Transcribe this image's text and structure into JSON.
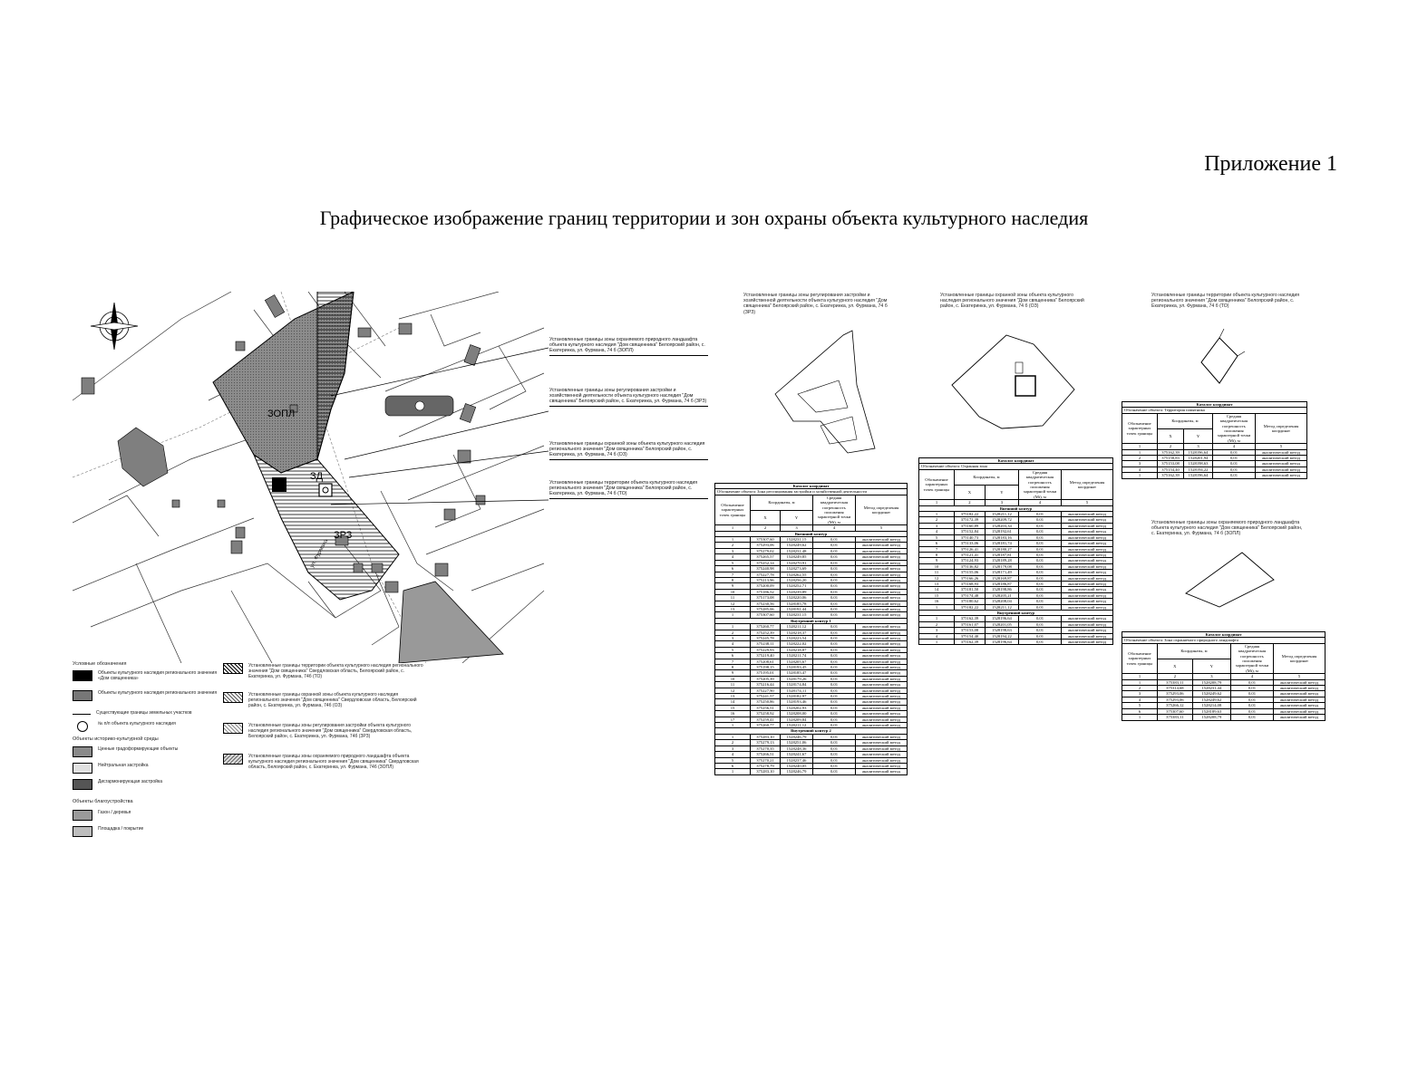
{
  "header": {
    "appendix": "Приложение 1",
    "title": "Графическое изображение границ территории и зон охраны объекта культурного наследия"
  },
  "map": {
    "zone_zopl": "ЗОПЛ",
    "zone_zrz": "ЗРЗ",
    "zone_zd": "ЗД",
    "street_furmana": "ул. Фурмана",
    "callouts": [
      "Установленные границы зоны охраняемого природного ландшафта объекта культурного наследия \"Дом священника\" Белоярский район, с. Екатеринка, ул. Фурмана, 74 б (ЗОПЛ)",
      "Установленные границы зоны регулирования застройки и хозяйственной деятельности объекта культурного наследия \"Дом священника\" Белоярский район, с. Екатеринка, ул. Фурмана, 74 б (ЗРЗ)",
      "Установленные границы охранной зоны объекта культурного наследия регионального значения \"Дом священника\" Белоярский район, с. Екатеринка, ул. Фурмана, 74 б (ОЗ)",
      "Установленные границы территории объекта культурного наследия регионального значения \"Дом священника\" Белоярский район, с. Екатеринка, ул. Фурмана, 74 б (ТО)"
    ]
  },
  "legend": {
    "heading": "Условные обозначения",
    "items": [
      "Объекты культурного наследия регионального значения «Дом священника»",
      "Объекты культурного наследия регионального значения",
      "Существующие границы земельных участков",
      "№ п/п объекта культурного наследия"
    ],
    "section_historic": "Объекты историко-культурной среды",
    "historic_items": [
      "Ценные градоформирующие объекты",
      "Нейтральная застройка",
      "Дисгармонирующая застройка"
    ],
    "section_improvement": "Объекты благоустройства",
    "improvement_items": [
      "Газон / деревья",
      "Площадка / покрытие"
    ],
    "zones": [
      "Установленные границы территории объекта культурного наследия регионального значения \"Дом священника\" Свердловская область, Белоярский район, с. Екатеринка, ул. Фурмана, 74б (ТО)",
      "Установленные границы охранной зоны объекта культурного наследия регионального значения \"Дом священника\" Свердловская область, Белоярский район, с. Екатеринка, ул. Фурмана, 74б (ОЗ)",
      "Установленные границы зоны регулирования застройки объекта культурного наследия регионального значения \"Дом священника\" Свердловская область, Белоярский район, с. Екатеринка, ул. Фурмана, 74б (ЗРЗ)",
      "Установленные границы зоны охраняемого природного ландшафта объекта культурного наследия регионального значения \"Дом священника\" Свердловская область, Белоярский район, с. Екатеринка, ул. Фурмана, 74б (ЗОПЛ)"
    ]
  },
  "panels": {
    "zrz": {
      "title": "Установленные границы зоны регулирования застройки и хозяйственной деятельности объекта культурного наследия \"Дом священника\" Белоярский район, с. Екатеринка, ул. Фурмана, 74 б (ЗРЗ)",
      "table_title": "Каталог координат",
      "table_subtitle": "Обозначение объекта: Зона регулирования застройки и хозяйственной деятельности",
      "headers": [
        "Обозначение характерных точек границы",
        "Координаты, м",
        "Средняя квадратическая погрешность положения характерной точки (Mt), м",
        "Метод определения координат"
      ],
      "sub_headers": [
        "X",
        "Y"
      ],
      "col_numbers": [
        "1",
        "2",
        "3",
        "4",
        "5"
      ],
      "sections": [
        {
          "name": "Внешний контур",
          "rows": [
            [
              "1",
              "375307,60",
              "1528231,15",
              "0,01",
              "аналитический метод"
            ],
            [
              "2",
              "375293,06",
              "1528249,62",
              "0,01",
              "аналитический метод"
            ],
            [
              "3",
              "375279,02",
              "1528231,48",
              "0,01",
              "аналитический метод"
            ],
            [
              "4",
              "375265,57",
              "1528249,85",
              "0,01",
              "аналитический метод"
            ],
            [
              "5",
              "375252,14",
              "1528270,91",
              "0,01",
              "аналитический метод"
            ],
            [
              "6",
              "375240,98",
              "1528273,69",
              "0,01",
              "аналитический метод"
            ],
            [
              "7",
              "375227,78",
              "1528262,55",
              "0,01",
              "аналитический метод"
            ],
            [
              "8",
              "375213,96",
              "1528256,20",
              "0,01",
              "аналитический метод"
            ],
            [
              "9",
              "375200,09",
              "1528252,71",
              "0,01",
              "аналитический метод"
            ],
            [
              "10",
              "375186,52",
              "1528239,89",
              "0,01",
              "аналитический метод"
            ],
            [
              "11",
              "375173,08",
              "1528220,06",
              "0,01",
              "аналитический метод"
            ],
            [
              "12",
              "375230,56",
              "1528185,78",
              "0,01",
              "аналитический метод"
            ],
            [
              "13",
              "375285,06",
              "1528191,44",
              "0,01",
              "аналитический метод"
            ],
            [
              "1",
              "375307,60",
              "1528231,15",
              "0,01",
              "аналитический метод"
            ]
          ]
        },
        {
          "name": "Внутренний контур 1",
          "rows": [
            [
              "1",
              "375260,77",
              "1528211,12",
              "0,01",
              "аналитический метод"
            ],
            [
              "2",
              "375252,39",
              "1528218,37",
              "0,01",
              "аналитический метод"
            ],
            [
              "3",
              "375245,78",
              "1528223,54",
              "0,01",
              "аналитический метод"
            ],
            [
              "4",
              "375238,11",
              "1528222,02",
              "0,01",
              "аналитический метод"
            ],
            [
              "5",
              "375229,93",
              "1528218,87",
              "0,01",
              "аналитический метод"
            ],
            [
              "6",
              "375219,40",
              "1528211,74",
              "0,01",
              "аналитический метод"
            ],
            [
              "7",
              "375208,61",
              "1528205,67",
              "0,01",
              "аналитический метод"
            ],
            [
              "8",
              "375198,15",
              "1528193,45",
              "0,01",
              "аналитический метод"
            ],
            [
              "9",
              "375195,01",
              "1528185,47",
              "0,01",
              "аналитический метод"
            ],
            [
              "10",
              "375205,39",
              "1528179,26",
              "0,01",
              "аналитический метод"
            ],
            [
              "11",
              "375216,44",
              "1528174,84",
              "0,01",
              "аналитический метод"
            ],
            [
              "12",
              "375227,90",
              "1528174,11",
              "0,01",
              "аналитический метод"
            ],
            [
              "13",
              "375241,57",
              "1528182,97",
              "0,01",
              "аналитический метод"
            ],
            [
              "14",
              "375250,86",
              "1528193,46",
              "0,01",
              "аналитический метод"
            ],
            [
              "15",
              "375256,51",
              "1528202,93",
              "0,01",
              "аналитический метод"
            ],
            [
              "16",
              "375258,92",
              "1528208,00",
              "0,01",
              "аналитический метод"
            ],
            [
              "17",
              "375259,41",
              "1528209,84",
              "0,01",
              "аналитический метод"
            ],
            [
              "1",
              "375260,77",
              "1528211,12",
              "0,01",
              "аналитический метод"
            ]
          ]
        },
        {
          "name": "Внутренний контур 2",
          "rows": [
            [
              "1",
              "375283,10",
              "1528246,79",
              "0,01",
              "аналитический метод"
            ],
            [
              "2",
              "375279,13",
              "1528251,06",
              "0,01",
              "аналитический метод"
            ],
            [
              "3",
              "375270,35",
              "1528248,36",
              "0,01",
              "аналитический метод"
            ],
            [
              "4",
              "375266,51",
              "1528241,67",
              "0,01",
              "аналитический метод"
            ],
            [
              "5",
              "375270,21",
              "1528237,46",
              "0,01",
              "аналитический метод"
            ],
            [
              "6",
              "375278,79",
              "1528240,05",
              "0,01",
              "аналитический метод"
            ],
            [
              "1",
              "375283,10",
              "1528246,79",
              "0,01",
              "аналитический метод"
            ]
          ]
        }
      ]
    },
    "oz": {
      "title": "Установленные границы охранной зоны объекта культурного наследия регионального значения \"Дом священника\" Белоярский район, с. Екатеринка, ул. Фурмана, 74 б (ОЗ)",
      "table_title": "Каталог координат",
      "table_subtitle": "Обозначение объекта: Охранная зона",
      "headers": [
        "Обозначение характерных точек границы",
        "Координаты, м",
        "Средняя квадратическая погрешность положения характерной точки (Mt), м",
        "Метод определения координат"
      ],
      "sub_headers": [
        "X",
        "Y"
      ],
      "col_numbers": [
        "1",
        "2",
        "3",
        "4",
        "5"
      ],
      "sections": [
        {
          "name": "Внешний контур",
          "rows": [
            [
              "1",
              "375182,22",
              "1528211,12",
              "0,01",
              "аналитический метод"
            ],
            [
              "2",
              "375172,39",
              "1528209,72",
              "0,01",
              "аналитический метод"
            ],
            [
              "3",
              "375160,89",
              "1528203,34",
              "0,01",
              "аналитический метод"
            ],
            [
              "4",
              "375152,84",
              "1528192,61",
              "0,01",
              "аналитический метод"
            ],
            [
              "5",
              "375140,73",
              "1528183,16",
              "0,01",
              "аналитический метод"
            ],
            [
              "6",
              "375133,06",
              "1528181,74",
              "0,01",
              "аналитический метод"
            ],
            [
              "7",
              "375126,41",
              "1528180,27",
              "0,01",
              "аналитический метод"
            ],
            [
              "8",
              "375121,41",
              "1528187,81",
              "0,01",
              "аналитический метод"
            ],
            [
              "9",
              "375124,93",
              "1528189,28",
              "0,01",
              "аналитический метод"
            ],
            [
              "10",
              "375136,82",
              "1528179,08",
              "0,01",
              "аналитический метод"
            ],
            [
              "11",
              "375155,06",
              "1528171,49",
              "0,01",
              "аналитический метод"
            ],
            [
              "12",
              "375166,26",
              "1528169,87",
              "0,01",
              "аналитический метод"
            ],
            [
              "13",
              "375168,93",
              "1528186,87",
              "0,01",
              "аналитический метод"
            ],
            [
              "14",
              "375181,50",
              "1528198,86",
              "0,01",
              "аналитический метод"
            ],
            [
              "15",
              "375174,48",
              "1528205,21",
              "0,01",
              "аналитический метод"
            ],
            [
              "16",
              "375180,62",
              "1528208,04",
              "0,01",
              "аналитический метод"
            ],
            [
              "1",
              "375182,22",
              "1528211,12",
              "0,01",
              "аналитический метод"
            ]
          ]
        },
        {
          "name": "Внутренний контур",
          "rows": [
            [
              "1",
              "375162,39",
              "1528196,64",
              "0,01",
              "аналитический метод"
            ],
            [
              "2",
              "375161,07",
              "1528201,05",
              "0,01",
              "аналитический метод"
            ],
            [
              "3",
              "375153,08",
              "1528198,63",
              "0,01",
              "аналитический метод"
            ],
            [
              "4",
              "375154,40",
              "1528194,22",
              "0,01",
              "аналитический метод"
            ],
            [
              "1",
              "375162,39",
              "1528196,64",
              "0,01",
              "аналитический метод"
            ]
          ]
        }
      ]
    },
    "to": {
      "title": "Установленные границы территории объекта культурного наследия регионального значения \"Дом священника\" Белоярский район, с. Екатеринка, ул. Фурмана, 74 б (ТО)",
      "table_title": "Каталог координат",
      "table_subtitle": "Обозначение объекта: Территория памятника",
      "headers": [
        "Обозначение характерных точек границы",
        "Координаты, м",
        "Средняя квадратическая погрешность положения характерной точки (Mt), м",
        "Метод определения координат"
      ],
      "sub_headers": [
        "X",
        "Y"
      ],
      "col_numbers": [
        "1",
        "2",
        "3",
        "4",
        "5"
      ],
      "rows": [
        [
          "1",
          "375162,39",
          "1528196,64",
          "0,01",
          "аналитический метод"
        ],
        [
          "2",
          "375158,83",
          "1528201,94",
          "0,01",
          "аналитический метод"
        ],
        [
          "3",
          "375153,08",
          "1528198,63",
          "0,01",
          "аналитический метод"
        ],
        [
          "4",
          "375154,40",
          "1528194,22",
          "0,01",
          "аналитический метод"
        ],
        [
          "1",
          "375162,39",
          "1528196,64",
          "0,01",
          "аналитический метод"
        ]
      ]
    },
    "zopl": {
      "title": "Установленные границы зоны охраняемого природного ландшафта объекта культурного наследия \"Дом священника\" Белоярский район, с. Екатеринка, ул. Фурмана, 74 б (ЗОПЛ)",
      "table_title": "Каталог координат",
      "table_subtitle": "Обозначение объекта: Зона охраняемого природного ландшафта",
      "headers": [
        "Обозначение характерных точек границы",
        "Координаты, м",
        "Средняя квадратическая погрешность положения характерной точки (Mt), м",
        "Метод определения координат"
      ],
      "sub_headers": [
        "X",
        "Y"
      ],
      "col_numbers": [
        "1",
        "2",
        "3",
        "4",
        "5"
      ],
      "rows": [
        [
          "1",
          "375383,11",
          "1528208,79",
          "0,01",
          "аналитический метод"
        ],
        [
          "2",
          "375314,68",
          "1528231,44",
          "0,01",
          "аналитический метод"
        ],
        [
          "3",
          "375293,06",
          "1528249,62",
          "0,01",
          "аналитический метод"
        ],
        [
          "4",
          "375293,06",
          "1528249,62",
          "0,01",
          "аналитический метод"
        ],
        [
          "5",
          "375266,12",
          "1528214,08",
          "0,01",
          "аналитический метод"
        ],
        [
          "6",
          "375307,60",
          "1528189,63",
          "0,01",
          "аналитический метод"
        ],
        [
          "1",
          "375383,11",
          "1528208,79",
          "0,01",
          "аналитический метод"
        ]
      ]
    }
  }
}
